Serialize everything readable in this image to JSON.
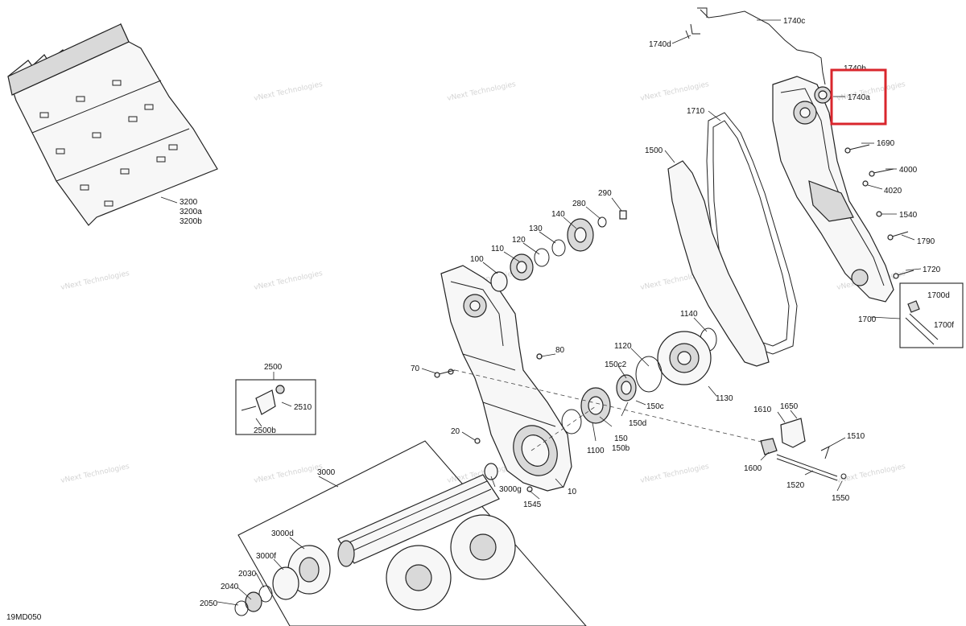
{
  "diagram_code": "19MD050",
  "watermark_text": "vNext Technologies",
  "highlight_color": "#d9262c",
  "labels": {
    "l1740c": "1740c",
    "l1740d": "1740d",
    "l1740b": "1740b",
    "l1740a": "1740a",
    "l1710": "1710",
    "l1500": "1500",
    "l1690": "1690",
    "l4000": "4000",
    "l4020": "4020",
    "l1540": "1540",
    "l1790": "1790",
    "l1720": "1720",
    "l1700": "1700",
    "l1700d": "1700d",
    "l1700f": "1700f",
    "l290": "290",
    "l280": "280",
    "l140": "140",
    "l130": "130",
    "l120": "120",
    "l110": "110",
    "l100": "100",
    "l80": "80",
    "l70": "70",
    "l1140": "1140",
    "l1120": "1120",
    "l150c2": "150c2",
    "l150c": "150c",
    "l150d": "150d",
    "l150": "150",
    "l150b": "150b",
    "l1100": "1100",
    "l1130": "1130",
    "l1610": "1610",
    "l1650": "1650",
    "l1510": "1510",
    "l1600": "1600",
    "l1520": "1520",
    "l1550": "1550",
    "l20": "20",
    "l10": "10",
    "l1545": "1545",
    "l3000": "3000",
    "l3000g": "3000g",
    "l3000d": "3000d",
    "l3000f": "3000f",
    "l2030": "2030",
    "l2040": "2040",
    "l2050": "2050",
    "l2500": "2500",
    "l2510": "2510",
    "l2500b": "2500b",
    "l3200": "3200",
    "l3200a": "3200a",
    "l3200b": "3200b"
  }
}
